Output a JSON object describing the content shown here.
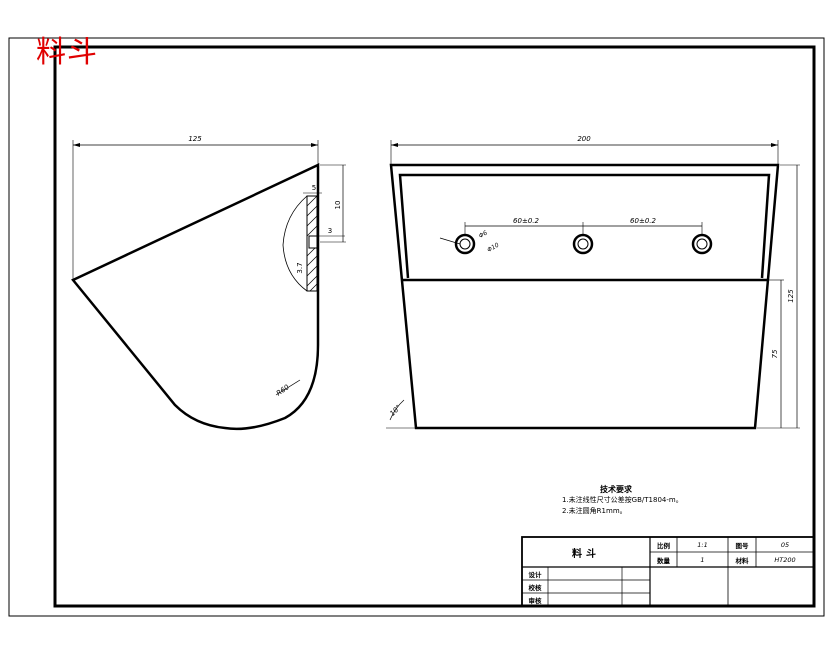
{
  "title_red": "料斗",
  "dims": {
    "left_width": "125",
    "left_d5": "5",
    "left_d10": "10",
    "left_d3": "3",
    "left_d37": "3.7",
    "left_radius": "R60",
    "right_width": "200",
    "hole_spacing_1": "60±0.2",
    "hole_spacing_2": "60±0.2",
    "hole_dia_small": "Φ6",
    "hole_dia_large": "Φ10",
    "right_height": "125",
    "right_lower_height": "75",
    "angle": "10°"
  },
  "notes": {
    "title": "技术要求",
    "line1": "1.未注线性尺寸公差按GB/T1804-m。",
    "line2": "2.未注圆角R1mm。"
  },
  "title_block": {
    "part_name": "料斗",
    "scale_label": "比例",
    "scale_value": "1:1",
    "drawing_no_label": "图号",
    "drawing_no_value": "05",
    "qty_label": "数量",
    "qty_value": "1",
    "material_label": "材料",
    "material_value": "HT200",
    "row_design": "设计",
    "row_check": "校核",
    "row_approve": "审核"
  }
}
